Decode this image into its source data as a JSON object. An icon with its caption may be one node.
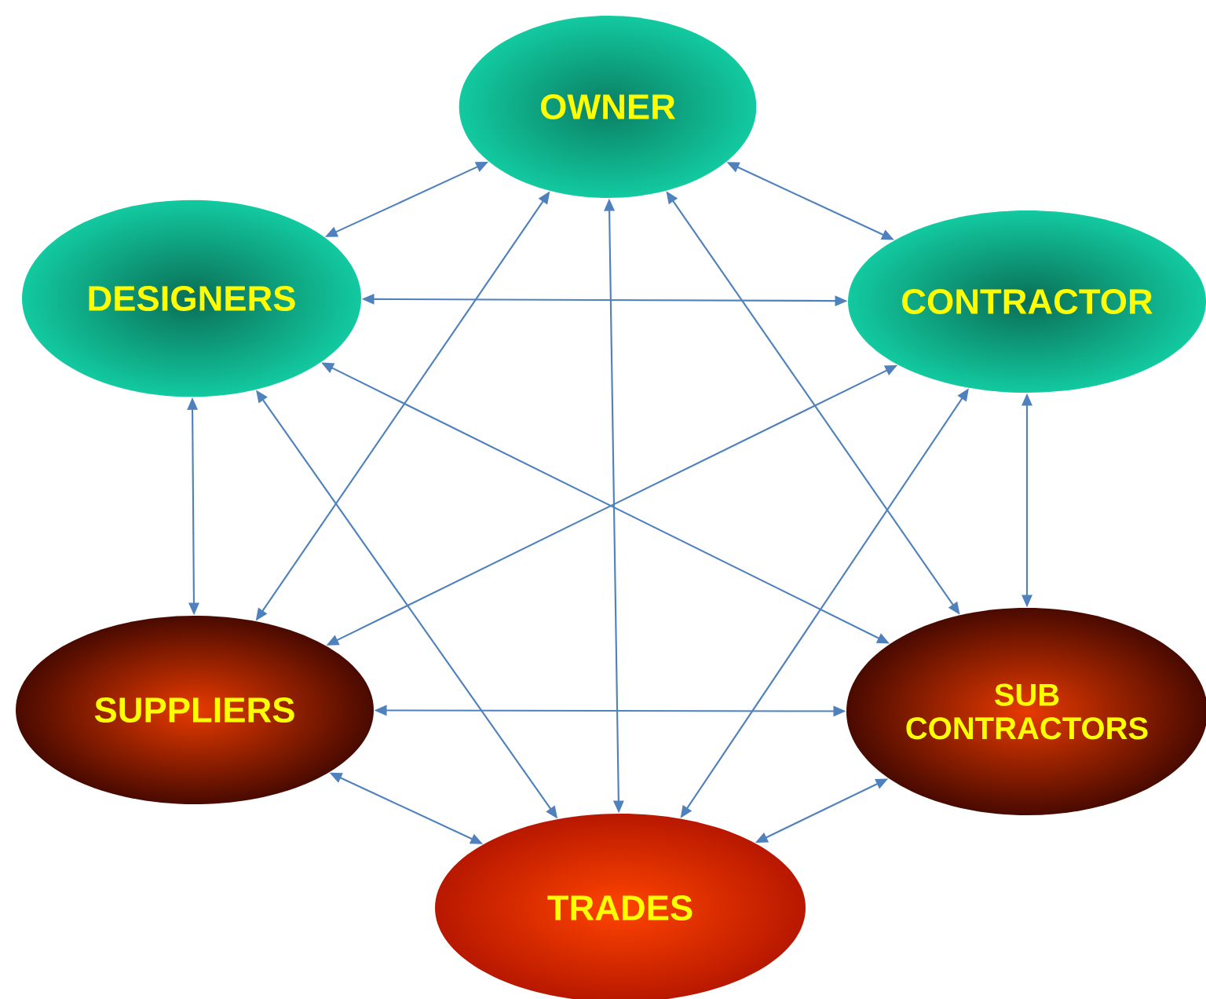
{
  "diagram": {
    "nodes": [
      {
        "text": [
          "OWNER"
        ]
      },
      {
        "text": [
          "DESIGNERS"
        ]
      },
      {
        "text": [
          "CONTRACTOR"
        ]
      },
      {
        "text": [
          "SUPPLIERS"
        ]
      },
      {
        "text": [
          "SUB CONTRACTORS"
        ]
      },
      {
        "text": [
          "TRADES"
        ]
      }
    ],
    "edges": [
      {
        "from": 0,
        "to": 1,
        "arrow": "both"
      },
      {
        "from": 0,
        "to": 2,
        "arrow": "both"
      },
      {
        "from": 0,
        "to": 3,
        "arrow": "both"
      },
      {
        "from": 0,
        "to": 4,
        "arrow": "both"
      },
      {
        "from": 0,
        "to": 5,
        "arrow": "both"
      },
      {
        "from": 1,
        "to": 2,
        "arrow": "both"
      },
      {
        "from": 1,
        "to": 3,
        "arrow": "both"
      },
      {
        "from": 1,
        "to": 4,
        "arrow": "both"
      },
      {
        "from": 1,
        "to": 5,
        "arrow": "both"
      },
      {
        "from": 2,
        "to": 3,
        "arrow": "both"
      },
      {
        "from": 2,
        "to": 4,
        "arrow": "both"
      },
      {
        "from": 2,
        "to": 5,
        "arrow": "both"
      },
      {
        "from": 3,
        "to": 4,
        "arrow": "both"
      },
      {
        "from": 3,
        "to": 5,
        "arrow": "both"
      },
      {
        "from": 4,
        "to": 5,
        "arrow": "both"
      }
    ]
  }
}
